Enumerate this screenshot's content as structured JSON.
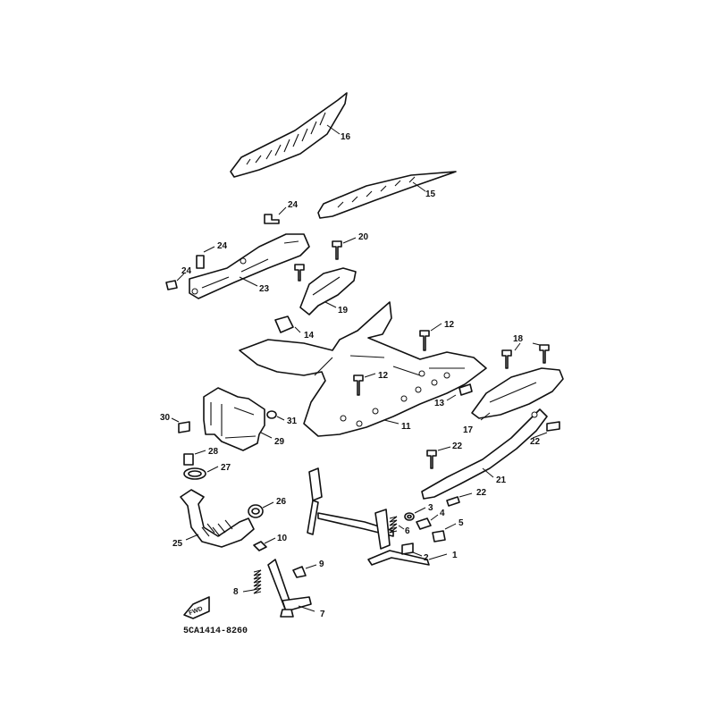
{
  "diagram": {
    "drawing_code": "5CA1414-8260",
    "fwd_label": "FWD",
    "callouts": {
      "c1": "1",
      "c2": "2",
      "c3": "3",
      "c4": "4",
      "c5": "5",
      "c6": "6",
      "c7": "7",
      "c8": "8",
      "c9": "9",
      "c10": "10",
      "c11": "11",
      "c12a": "12",
      "c12b": "12",
      "c13": "13",
      "c14": "14",
      "c15": "15",
      "c16": "16",
      "c17": "17",
      "c18": "18",
      "c19": "19",
      "c20": "20",
      "c21": "21",
      "c22a": "22",
      "c22b": "22",
      "c22c": "22",
      "c23": "23",
      "c24a": "24",
      "c24b": "24",
      "c24c": "24",
      "c25": "25",
      "c26": "26",
      "c27": "27",
      "c28": "28",
      "c29": "29",
      "c30": "30",
      "c31": "31"
    }
  }
}
